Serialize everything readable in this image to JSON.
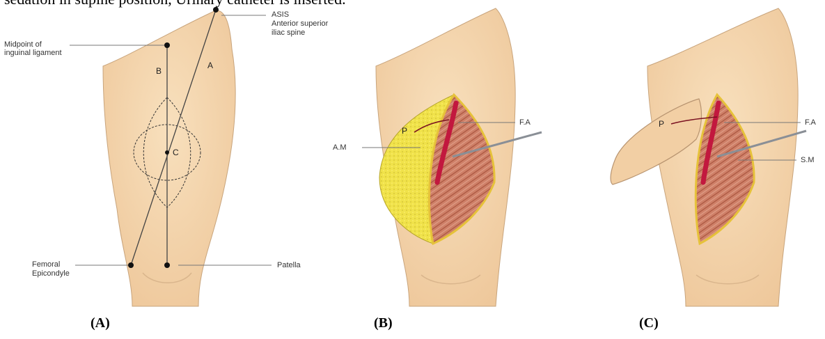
{
  "header_text": "sedation in supine position, Urinary catheter is inserted.",
  "colors": {
    "skin": "#f3d3a8",
    "skin_edge": "#c8a47c",
    "fat": "#efe34e",
    "muscle": "#c7745c",
    "artery": "#c2183e"
  },
  "panel_a": {
    "caption": "(A)",
    "labels": {
      "asis_1": "ASIS",
      "asis_2": "Anterior superior",
      "asis_3": "iliac spine",
      "midpoint_1": "Midpoint of",
      "midpoint_2": "inguinal ligament",
      "femoral_1": "Femoral",
      "femoral_2": "Epicondyle",
      "patella": "Patella",
      "line_a": "A",
      "line_b": "B",
      "point_c": "C"
    }
  },
  "panel_b": {
    "caption": "(B)",
    "labels": {
      "fa": "F.A",
      "am": "A.M",
      "p": "P"
    }
  },
  "panel_c": {
    "caption": "(C)",
    "labels": {
      "fa": "F.A",
      "sm": "S.M",
      "p": "P"
    }
  }
}
